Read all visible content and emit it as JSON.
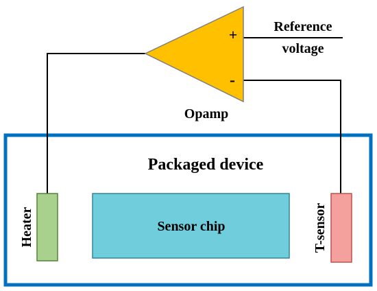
{
  "labels": {
    "reference_line1": "Reference",
    "reference_line2": "voltage",
    "opamp": "Opamp",
    "plus": "+",
    "minus": "-",
    "packaged_device": "Packaged device",
    "sensor_chip": "Sensor chip",
    "heater": "Heater",
    "t_sensor": "T-sensor"
  },
  "colors": {
    "opamp_fill": "#FFC000",
    "opamp_stroke": "#7F7F7F",
    "package_border": "#0070C0",
    "heater_fill": "#A9D18E",
    "heater_stroke": "#548235",
    "sensor_chip_fill": "#6FCDDC",
    "sensor_chip_stroke": "#31859C",
    "tsensor_fill": "#F4A09C",
    "tsensor_stroke": "#C0504D",
    "wire": "#000000"
  }
}
